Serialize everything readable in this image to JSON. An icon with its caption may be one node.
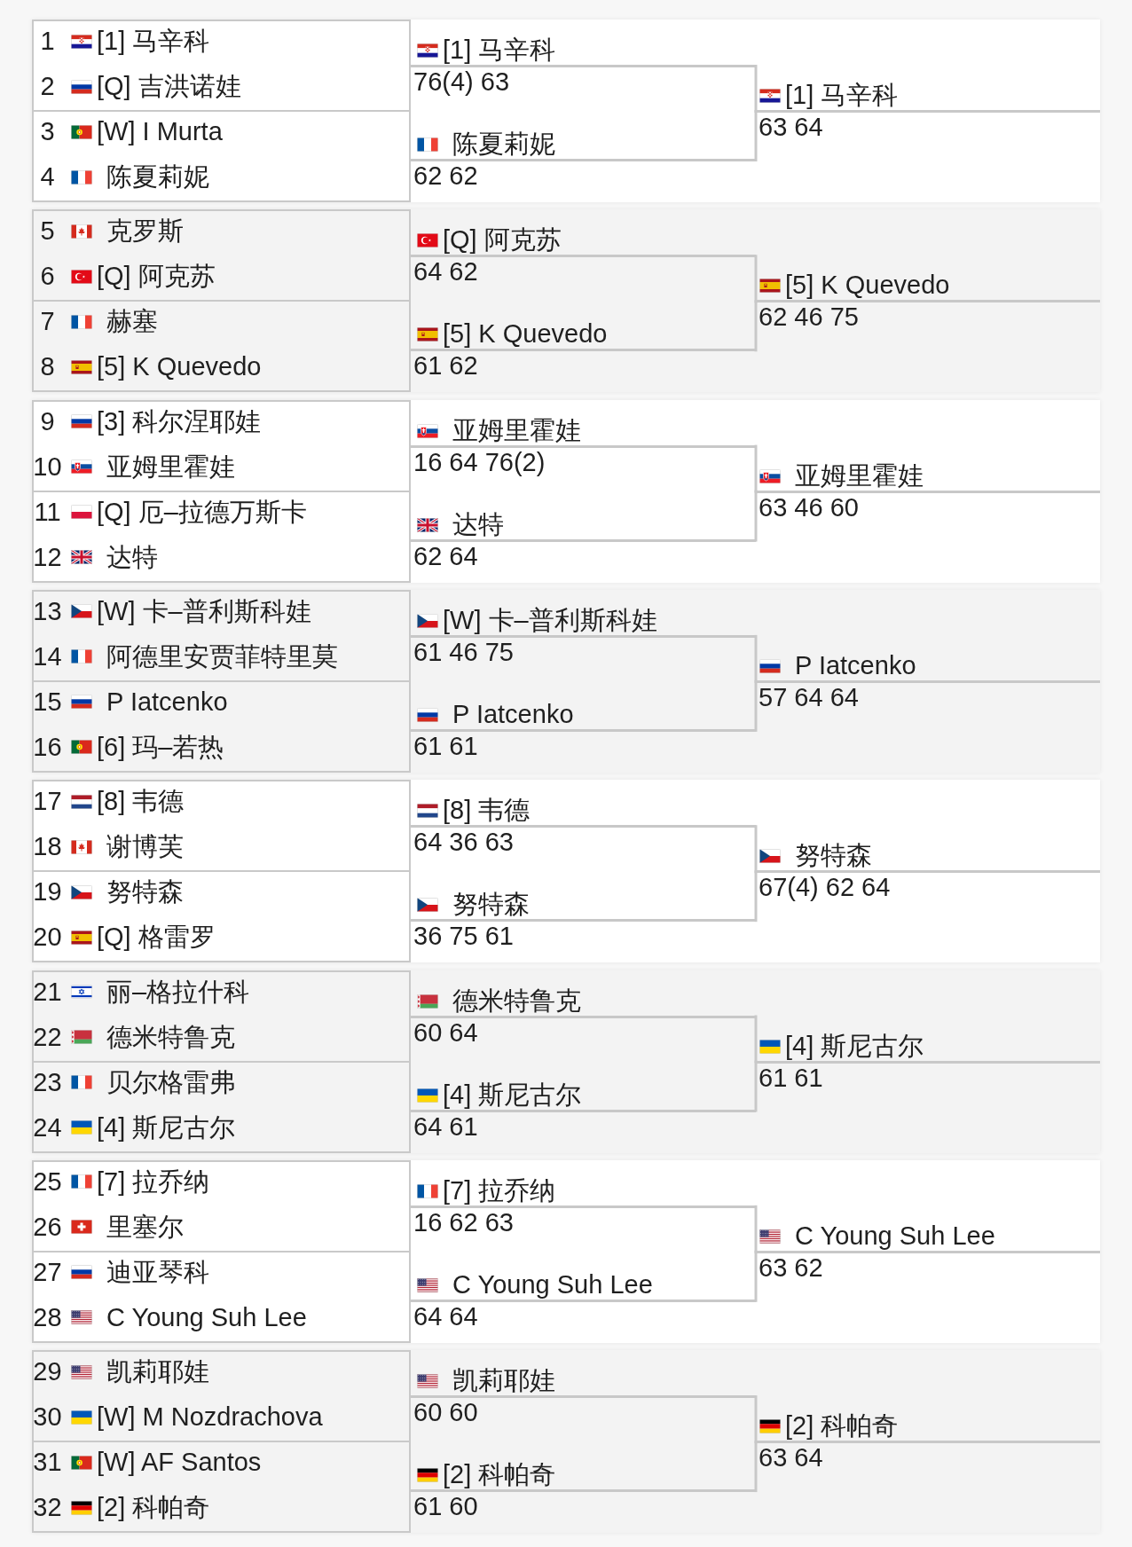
{
  "diagram": {
    "nodes": [
      {
        "text": [],
        "shape": "band"
      },
      {
        "text": [
          "1",
          "[1] 马辛科",
          "2",
          "[Q] 吉洪诺娃"
        ],
        "in": 0
      },
      {
        "text": [
          "3",
          "[W] I Murta",
          "4",
          "陈夏莉妮"
        ],
        "in": 0
      },
      {
        "text": [
          "[1] 马辛科",
          "76(4) 63"
        ],
        "in": 0
      },
      {
        "text": [
          "陈夏莉妮",
          "62 62"
        ],
        "in": 0
      },
      {
        "text": [
          "[1] 马辛科",
          "63 64"
        ],
        "in": 0
      },
      {
        "text": [],
        "shape": "band"
      },
      {
        "text": [
          "5",
          "克罗斯",
          "6",
          "[Q] 阿克苏"
        ],
        "in": 6
      },
      {
        "text": [
          "7",
          "赫塞",
          "8",
          "[5] K Quevedo"
        ],
        "in": 6
      },
      {
        "text": [
          "[Q] 阿克苏",
          "64 62"
        ],
        "in": 6
      },
      {
        "text": [
          "[5] K Quevedo",
          "61 62"
        ],
        "in": 6
      },
      {
        "text": [
          "[5] K Quevedo",
          "62 46 75"
        ],
        "in": 6
      },
      {
        "text": [],
        "shape": "band"
      },
      {
        "text": [
          "9",
          "[3] 科尔涅耶娃",
          "10",
          "亚姆里霍娃"
        ],
        "in": 12
      },
      {
        "text": [
          "11",
          "[Q] 厄–拉德万斯卡",
          "12",
          "达特"
        ],
        "in": 12
      },
      {
        "text": [
          "亚姆里霍娃",
          "16 64 76(2)"
        ],
        "in": 12
      },
      {
        "text": [
          "达特",
          "62 64"
        ],
        "in": 12
      },
      {
        "text": [
          "亚姆里霍娃",
          "63 46 60"
        ],
        "in": 12
      },
      {
        "text": [],
        "shape": "band"
      },
      {
        "text": [
          "13",
          "[W] 卡–普利斯科娃",
          "14",
          "阿德里安贾菲特里莫"
        ],
        "in": 18
      },
      {
        "text": [
          "15",
          "P Iatcenko",
          "16",
          "[6] 玛–若热"
        ],
        "in": 18
      },
      {
        "text": [
          "[W] 卡–普利斯科娃",
          "61 46 75"
        ],
        "in": 18
      },
      {
        "text": [
          "P Iatcenko",
          "61 61"
        ],
        "in": 18
      },
      {
        "text": [
          "P Iatcenko",
          "57 64 64"
        ],
        "in": 18
      },
      {
        "text": [],
        "shape": "band"
      },
      {
        "text": [
          "17",
          "[8] 韦德",
          "18",
          "谢博芙"
        ],
        "in": 24
      },
      {
        "text": [
          "19",
          "努特森",
          "20",
          "[Q] 格雷罗"
        ],
        "in": 24
      },
      {
        "text": [
          "[8] 韦德",
          "64 36 63"
        ],
        "in": 24
      },
      {
        "text": [
          "努特森",
          "36 75 61"
        ],
        "in": 24
      },
      {
        "text": [
          "努特森",
          "67(4) 62 64"
        ],
        "in": 24
      },
      {
        "text": [],
        "shape": "band"
      },
      {
        "text": [
          "21",
          "丽–格拉什科",
          "22",
          "德米特鲁克"
        ],
        "in": 30
      },
      {
        "text": [
          "23",
          "贝尔格雷弗",
          "24",
          "[4] 斯尼古尔"
        ],
        "in": 30
      },
      {
        "text": [
          "德米特鲁克",
          "60 64"
        ],
        "in": 30
      },
      {
        "text": [
          "[4] 斯尼古尔",
          "64 61"
        ],
        "in": 30
      },
      {
        "text": [
          "[4] 斯尼古尔",
          "61 61"
        ],
        "in": 30
      },
      {
        "text": [],
        "shape": "band"
      },
      {
        "text": [
          "25",
          "[7] 拉乔纳",
          "26",
          "里塞尔"
        ],
        "in": 36
      },
      {
        "text": [
          "27",
          "迪亚琴科",
          "28",
          "C Young Suh Lee"
        ],
        "in": 36
      },
      {
        "text": [
          "[7] 拉乔纳",
          "16 62 63"
        ],
        "in": 36
      },
      {
        "text": [
          "C Young Suh Lee",
          "64 64"
        ],
        "in": 36
      },
      {
        "text": [
          "C Young Suh Lee",
          "63 62"
        ],
        "in": 36
      },
      {
        "text": [],
        "shape": "band"
      },
      {
        "text": [
          "29",
          "凯莉耶娃",
          "30",
          "[W] M Nozdrachova"
        ],
        "in": 42
      },
      {
        "text": [
          "31",
          "[W] AF Santos",
          "32",
          "[2] 科帕奇"
        ],
        "in": 42
      },
      {
        "text": [
          "凯莉耶娃",
          "60 60"
        ],
        "in": 42
      },
      {
        "text": [
          "[2] 科帕奇",
          "61 60"
        ],
        "in": 42
      },
      {
        "text": [
          "[2] 科帕奇",
          "63 64"
        ],
        "in": 42
      }
    ],
    "edges": [
      {
        "from": 3,
        "to": 5,
        "arrow": "none"
      },
      {
        "from": 4,
        "to": 5,
        "arrow": "none"
      },
      {
        "from": 9,
        "to": 11,
        "arrow": "none"
      },
      {
        "from": 10,
        "to": 11,
        "arrow": "none"
      },
      {
        "from": 15,
        "to": 17,
        "arrow": "none"
      },
      {
        "from": 16,
        "to": 17,
        "arrow": "none"
      },
      {
        "from": 21,
        "to": 23,
        "arrow": "none"
      },
      {
        "from": 22,
        "to": 23,
        "arrow": "none"
      },
      {
        "from": 27,
        "to": 29,
        "arrow": "none"
      },
      {
        "from": 28,
        "to": 29,
        "arrow": "none"
      },
      {
        "from": 33,
        "to": 35,
        "arrow": "none"
      },
      {
        "from": 34,
        "to": 35,
        "arrow": "none"
      },
      {
        "from": 39,
        "to": 41,
        "arrow": "none"
      },
      {
        "from": 40,
        "to": 41,
        "arrow": "none"
      },
      {
        "from": 45,
        "to": 47,
        "arrow": "none"
      },
      {
        "from": 46,
        "to": 47,
        "arrow": "none"
      }
    ]
  }
}
